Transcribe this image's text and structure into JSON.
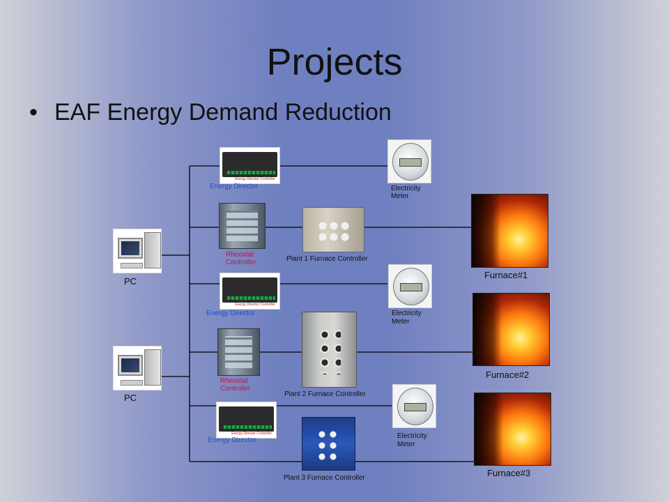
{
  "slide": {
    "title": "Projects",
    "bullet": "EAF Energy Demand Reduction"
  },
  "diagram": {
    "pcs": [
      {
        "label": "PC",
        "icon": "computer-icon"
      },
      {
        "label": "PC",
        "icon": "computer-icon"
      }
    ],
    "energy_directors": [
      {
        "label": "Energy Director",
        "device_text": "Energy Director Controller"
      },
      {
        "label": "Energy Director",
        "device_text": "Energy Director Controller"
      },
      {
        "label": "Energy Director",
        "device_text": "Energy Director Controller"
      }
    ],
    "rheostats": [
      {
        "label_line1": "Rheostat",
        "label_line2": "Controller"
      },
      {
        "label_line1": "Rheostat",
        "label_line2": "Controller"
      }
    ],
    "meters": [
      {
        "label_line1": "Electricity",
        "label_line2": "Meter"
      },
      {
        "label_line1": "Electricity",
        "label_line2": "Meter"
      },
      {
        "label_line1": "Electricity",
        "label_line2": "Meter"
      }
    ],
    "furnace_controllers": [
      {
        "label": "Plant 1 Furnace Controller"
      },
      {
        "label": "Plant 2 Furnace Controller"
      },
      {
        "label": "Plant 3 Furnace Controller"
      }
    ],
    "furnaces": [
      {
        "label": "Furnace#1"
      },
      {
        "label": "Furnace#2"
      },
      {
        "label": "Furnace#3"
      }
    ],
    "colors": {
      "wire": "#000000",
      "energy_director_label": "#1a4fd0",
      "rheostat_label": "#c8143c"
    }
  }
}
